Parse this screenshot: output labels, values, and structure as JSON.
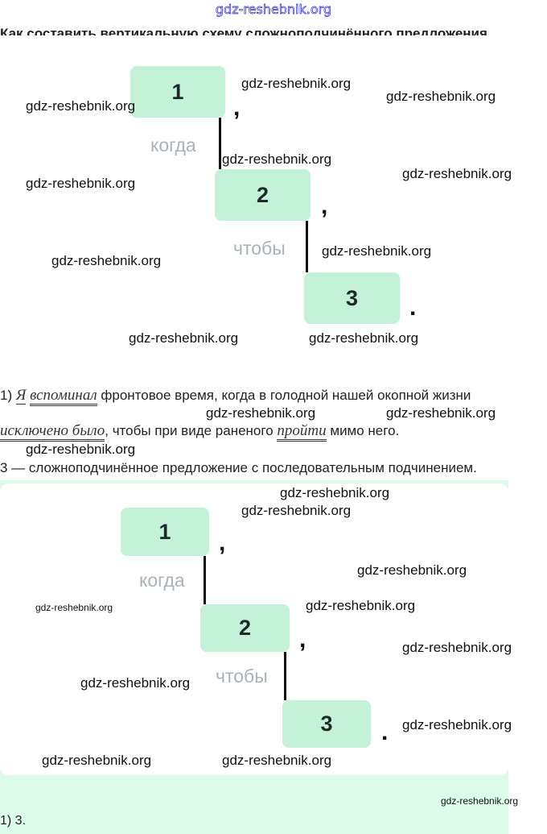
{
  "site": "gdz-reshebnik.org",
  "title": "Как составить вертикальную схему сложноподчинённого предложения",
  "watermark": "gdz-reshebnik.org",
  "scheme": {
    "box1": "1",
    "box2": "2",
    "box3": "3",
    "conj1": "когда",
    "conj2": "чтобы",
    "comma": ",",
    "dot": "."
  },
  "sentence": {
    "num": "1)",
    "subject": "Я",
    "pred1": "вспоминал",
    "part1": "фронтовое время, когда в голодной нашей окопной жизни",
    "pred2": "исключено было",
    "part2": ", чтобы при виде раненого",
    "pred3": "пройти",
    "part3": "мимо него."
  },
  "conclusion": "3 — сложноподчинённое предложение с последовательным подчинением.",
  "answer": "1) 3."
}
